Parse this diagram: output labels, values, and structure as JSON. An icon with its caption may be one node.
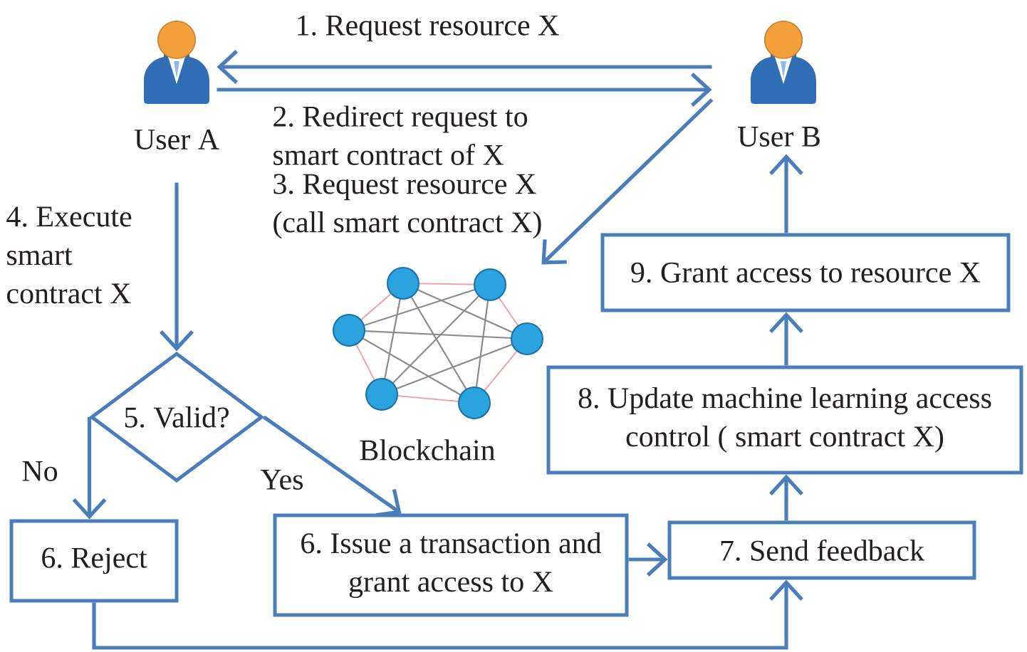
{
  "diagram": {
    "nodes": [
      {
        "text": [
          "User A"
        ]
      },
      {
        "text": [
          "User B"
        ]
      },
      {
        "text": [
          "Blockchain"
        ]
      },
      {
        "text": [
          "5. Valid?"
        ]
      },
      {
        "text": [
          "6. Reject"
        ]
      },
      {
        "text": [
          "6. Issue a transaction and grant access to X"
        ]
      },
      {
        "text": [
          "7. Send feedback"
        ]
      },
      {
        "text": [
          "8. Update machine learning access control ( smart contract X)"
        ]
      },
      {
        "text": [
          "9. Grant access to resource X"
        ]
      }
    ],
    "edges": [
      {
        "from": 1,
        "to": 0,
        "arrow": "to",
        "label": "1. Request resource X"
      },
      {
        "from": 0,
        "to": 1,
        "arrow": "to",
        "label": "2. Redirect request to smart contract of X"
      },
      {
        "from": 1,
        "to": 2,
        "arrow": "to",
        "label": "3. Request resource X (call smart contract X)"
      },
      {
        "from": 0,
        "to": 3,
        "arrow": "to",
        "label": "4. Execute smart contract X"
      },
      {
        "from": 3,
        "to": 4,
        "arrow": "to",
        "label": "No"
      },
      {
        "from": 3,
        "to": 5,
        "arrow": "to",
        "label": "Yes"
      },
      {
        "from": 5,
        "to": 6,
        "arrow": "to"
      },
      {
        "from": 4,
        "to": 6,
        "arrow": "to"
      },
      {
        "from": 6,
        "to": 7,
        "arrow": "to"
      },
      {
        "from": 7,
        "to": 8,
        "arrow": "to"
      },
      {
        "from": 8,
        "to": 1,
        "arrow": "to"
      }
    ]
  }
}
